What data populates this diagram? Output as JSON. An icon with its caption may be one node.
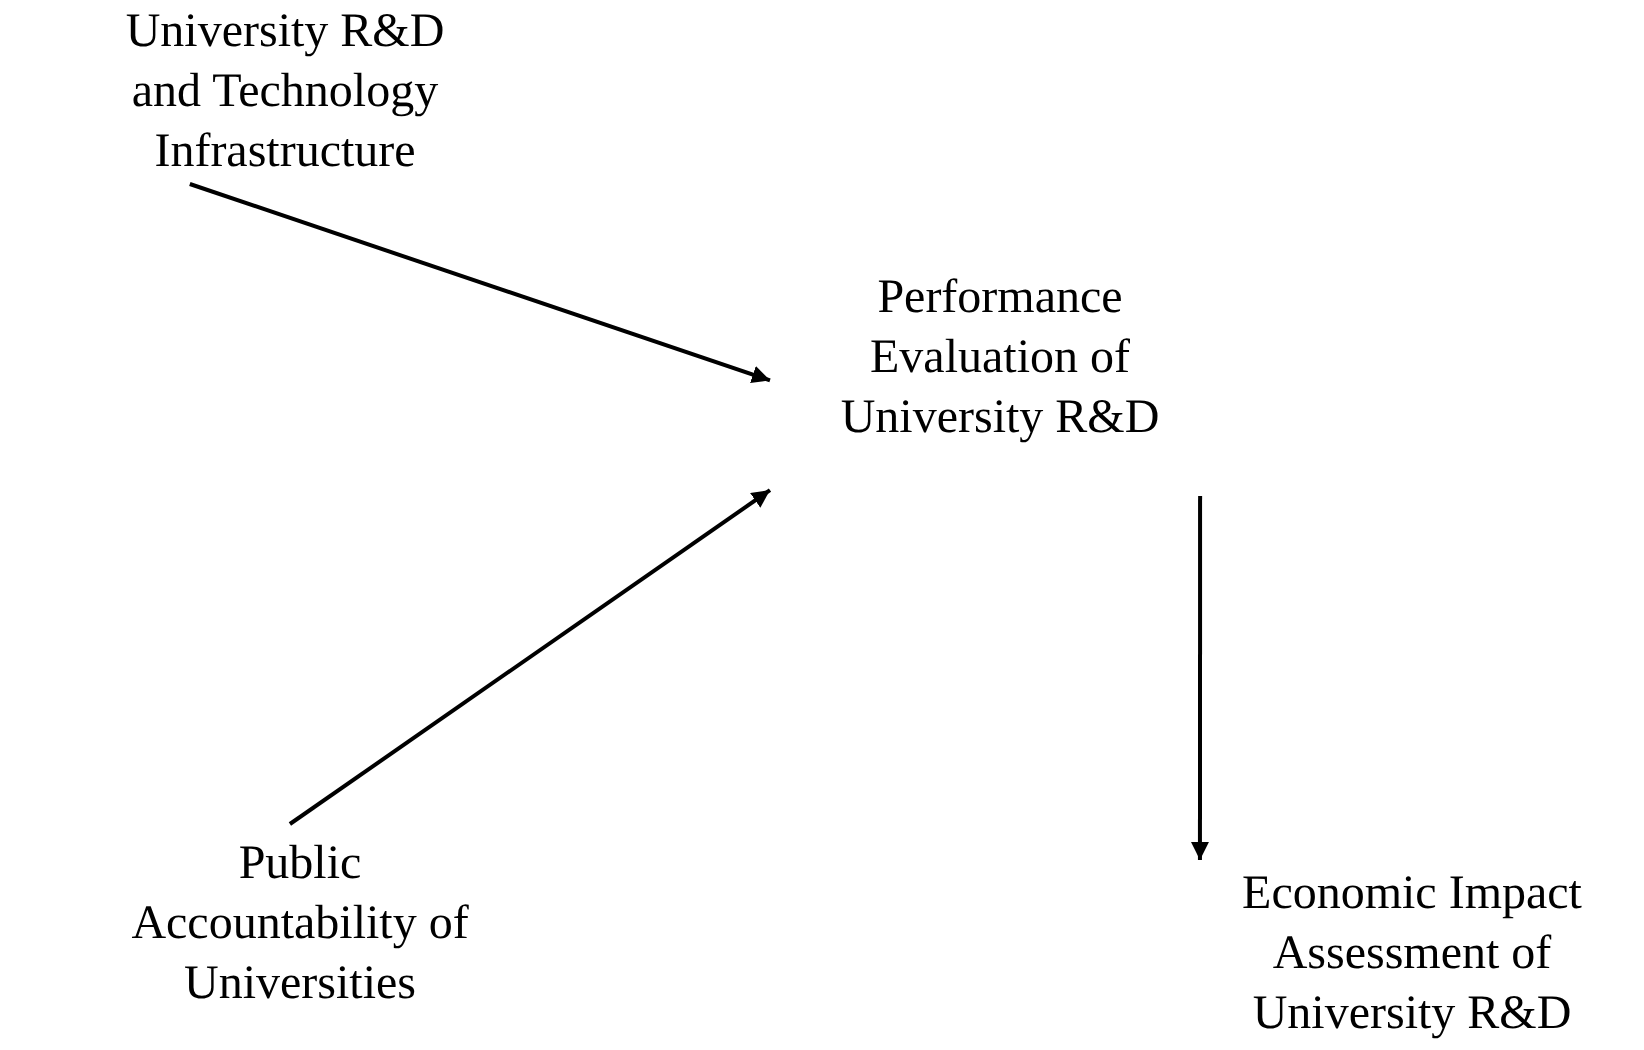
{
  "diagram": {
    "nodes": [
      {
        "text": [
          "University R&D and Technology Infrastructure"
        ]
      },
      {
        "text": [
          "Performance Evaluation of University R&D"
        ]
      },
      {
        "text": [
          "Public Accountability of Universities"
        ]
      },
      {
        "text": [
          "Economic Impact Assessment of University R&D"
        ]
      }
    ],
    "edges": [
      {
        "from": 0,
        "to": 1,
        "arrow": "to"
      },
      {
        "from": 2,
        "to": 1,
        "arrow": "to"
      },
      {
        "from": 1,
        "to": 3,
        "arrow": "to"
      }
    ]
  }
}
